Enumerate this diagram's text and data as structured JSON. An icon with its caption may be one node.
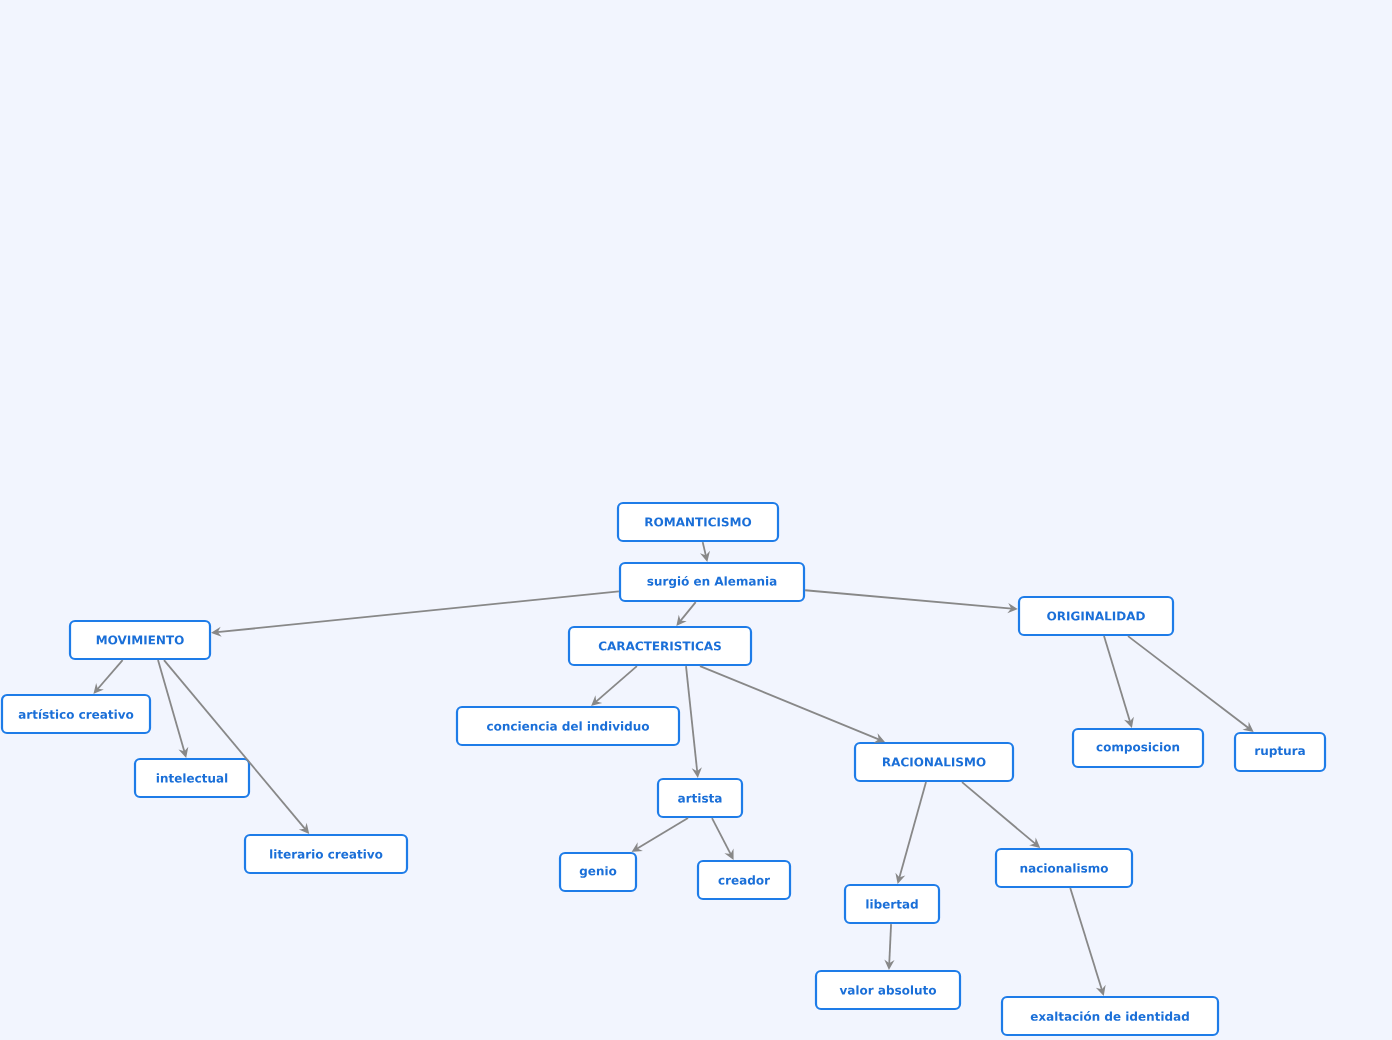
{
  "diagram": {
    "nodes": [
      {
        "text": [
          "ROMANTICISMO"
        ]
      },
      {
        "text": [
          "surgió en Alemania"
        ]
      },
      {
        "text": [
          "MOVIMIENTO"
        ]
      },
      {
        "text": [
          "artístico creativo"
        ]
      },
      {
        "text": [
          "intelectual"
        ]
      },
      {
        "text": [
          "literario creativo"
        ]
      },
      {
        "text": [
          "CARACTERISTICAS"
        ]
      },
      {
        "text": [
          "conciencia del individuo"
        ]
      },
      {
        "text": [
          "artista"
        ]
      },
      {
        "text": [
          "genio"
        ]
      },
      {
        "text": [
          "creador"
        ]
      },
      {
        "text": [
          "RACIONALISMO"
        ]
      },
      {
        "text": [
          "libertad"
        ]
      },
      {
        "text": [
          "valor absoluto"
        ]
      },
      {
        "text": [
          "nacionalismo"
        ]
      },
      {
        "text": [
          "exaltación de identidad"
        ]
      },
      {
        "text": [
          "ORIGINALIDAD"
        ]
      },
      {
        "text": [
          "composicion"
        ]
      },
      {
        "text": [
          "ruptura"
        ]
      }
    ],
    "edges": [
      {
        "from": 0,
        "to": 1,
        "arrow": "to"
      },
      {
        "from": 1,
        "to": 2,
        "arrow": "to"
      },
      {
        "from": 1,
        "to": 6,
        "arrow": "to"
      },
      {
        "from": 1,
        "to": 16,
        "arrow": "to"
      },
      {
        "from": 2,
        "to": 3,
        "arrow": "to"
      },
      {
        "from": 2,
        "to": 4,
        "arrow": "to"
      },
      {
        "from": 2,
        "to": 5,
        "arrow": "to"
      },
      {
        "from": 6,
        "to": 7,
        "arrow": "to"
      },
      {
        "from": 6,
        "to": 8,
        "arrow": "to"
      },
      {
        "from": 6,
        "to": 11,
        "arrow": "to"
      },
      {
        "from": 8,
        "to": 9,
        "arrow": "to"
      },
      {
        "from": 8,
        "to": 10,
        "arrow": "to"
      },
      {
        "from": 11,
        "to": 12,
        "arrow": "to"
      },
      {
        "from": 11,
        "to": 14,
        "arrow": "to"
      },
      {
        "from": 12,
        "to": 13,
        "arrow": "to"
      },
      {
        "from": 14,
        "to": 15,
        "arrow": "to"
      },
      {
        "from": 16,
        "to": 17,
        "arrow": "to"
      },
      {
        "from": 16,
        "to": 18,
        "arrow": "to"
      }
    ]
  }
}
